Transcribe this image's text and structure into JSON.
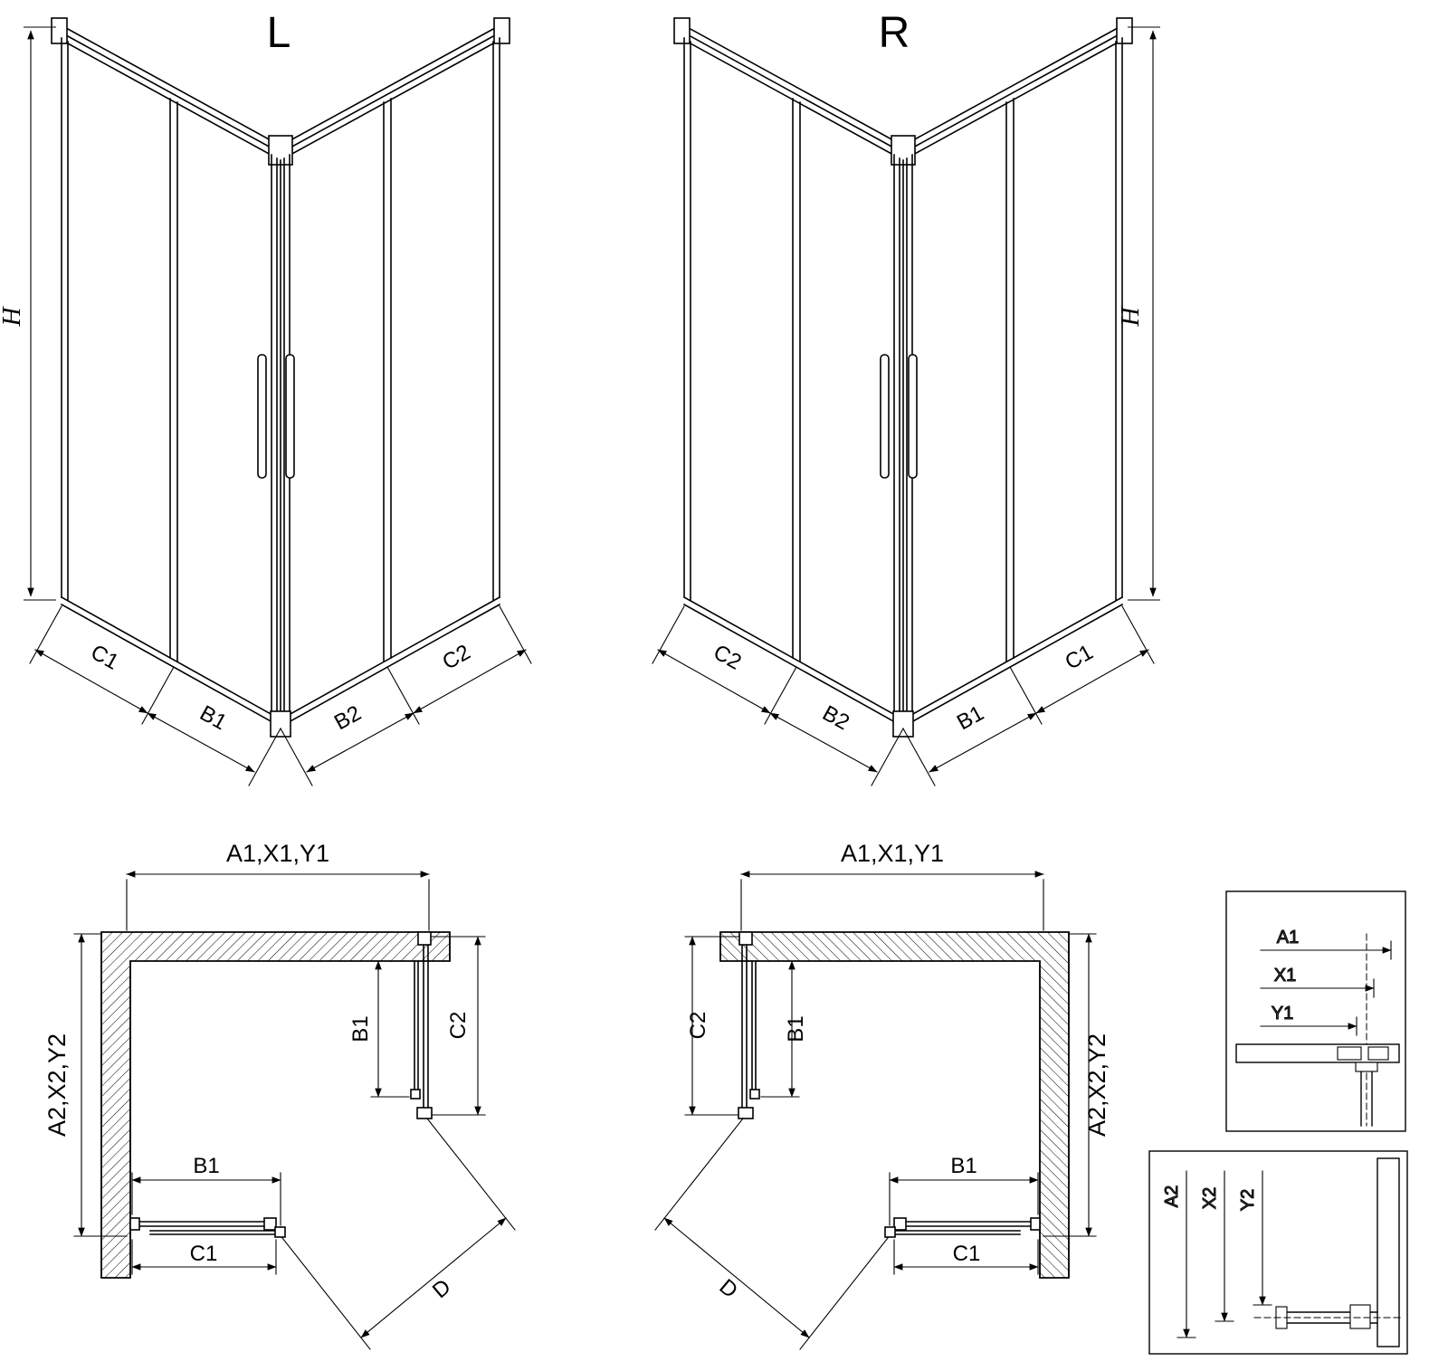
{
  "drawing": {
    "iso_left": {
      "variant": "L",
      "h": "H",
      "c1": "C1",
      "b1": "B1",
      "b2": "B2",
      "c2": "C2"
    },
    "iso_right": {
      "variant": "R",
      "h": "H",
      "c1": "C1",
      "b1": "B1",
      "b2": "B2",
      "c2": "C2"
    },
    "plan_left": {
      "top": "A1,X1,Y1",
      "side": "A2,X2,Y2",
      "b1_wall": "B1",
      "c2": "C2",
      "b1_floor": "B1",
      "c1": "C1",
      "d": "D"
    },
    "plan_right": {
      "top": "A1,X1,Y1",
      "side": "A2,X2,Y2",
      "b1_wall": "B1",
      "c2": "C2",
      "b1_floor": "B1",
      "c1": "C1",
      "d": "D"
    },
    "detail_top": {
      "a1": "A1",
      "x1": "X1",
      "y1": "Y1"
    },
    "detail_bottom": {
      "a2": "A2",
      "x2": "X2",
      "y2": "Y2"
    }
  }
}
